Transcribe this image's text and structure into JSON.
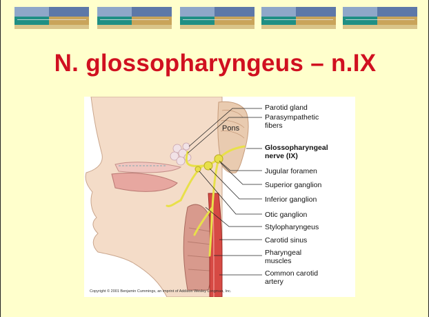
{
  "slide": {
    "title": "N. glossopharyngeus – n.IX"
  },
  "figure": {
    "structure_labels": {
      "pons": "Pons"
    },
    "labels": [
      {
        "text": "Parotid gland",
        "bold": false
      },
      {
        "text": "Parasympathetic fibers",
        "bold": false
      },
      {
        "text": "Glossopharyngeal nerve (IX)",
        "bold": true
      },
      {
        "text": "Jugular foramen",
        "bold": false
      },
      {
        "text": "Superior ganglion",
        "bold": false
      },
      {
        "text": "Inferior ganglion",
        "bold": false
      },
      {
        "text": "Otic ganglion",
        "bold": false
      },
      {
        "text": "Stylopharyngeus",
        "bold": false
      },
      {
        "text": "Carotid sinus",
        "bold": false
      },
      {
        "text": "Pharyngeal muscles",
        "bold": false
      },
      {
        "text": "Common carotid artery",
        "bold": false
      }
    ],
    "copyright": "Copyright © 2001 Benjamin Cummings, an imprint of Addison Wesley Longman, Inc."
  },
  "colors": {
    "title": "#d01020",
    "background": "#ffffcc",
    "nerve": "#e8e04a"
  }
}
